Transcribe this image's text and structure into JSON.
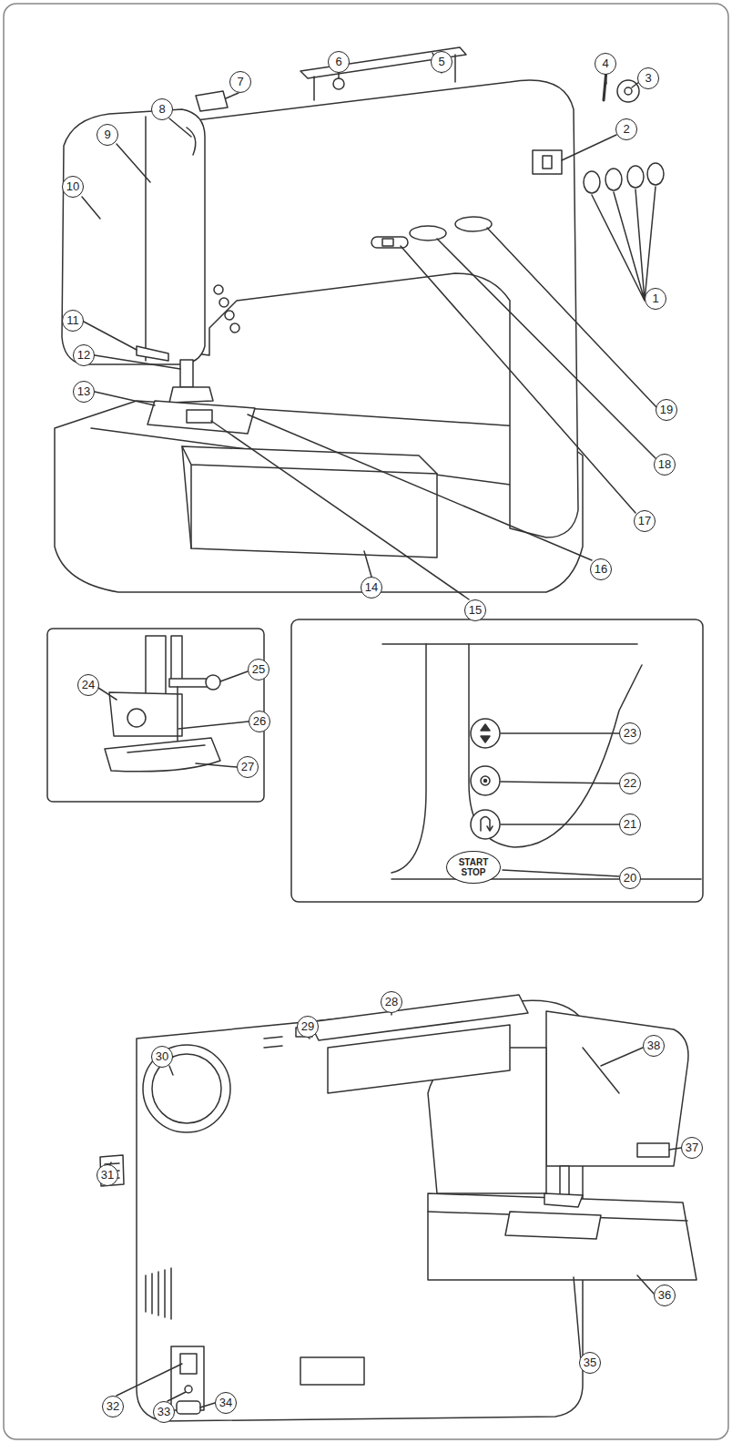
{
  "diagram": {
    "labels": [
      "1",
      "2",
      "3",
      "4",
      "5",
      "6",
      "7",
      "8",
      "9",
      "10",
      "11",
      "12",
      "13",
      "14",
      "15",
      "16",
      "17",
      "18",
      "19",
      "20",
      "21",
      "22",
      "23",
      "24",
      "25",
      "26",
      "27",
      "28",
      "29",
      "30",
      "31",
      "32",
      "33",
      "34",
      "35",
      "36",
      "37",
      "38",
      "START STOP"
    ]
  }
}
